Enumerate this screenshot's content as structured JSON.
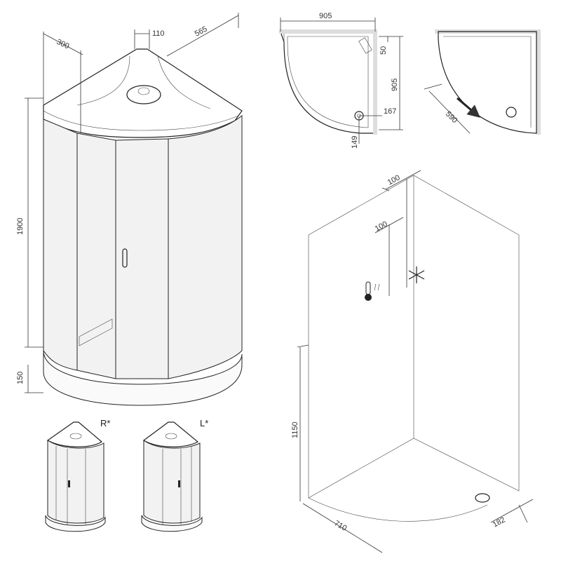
{
  "main_view": {
    "dims": {
      "top_width": "110",
      "left_depth": "300",
      "right_depth": "565",
      "height": "1900",
      "tray_height": "150"
    }
  },
  "plan_view": {
    "dims": {
      "width": "905",
      "depth": "905",
      "offset_top": "50",
      "drain_x": "167",
      "drain_y": "149"
    }
  },
  "door_view": {
    "dims": {
      "door_opening": "590"
    }
  },
  "install_view": {
    "dims": {
      "offset_a": "100",
      "offset_b": "100",
      "outlet_height": "1150",
      "wall_len": "710",
      "drain_offset": "182"
    },
    "icons": [
      "thermometer-icon",
      "snowflake-icon"
    ]
  },
  "variants": {
    "right_label": "R*",
    "left_label": "L*"
  }
}
